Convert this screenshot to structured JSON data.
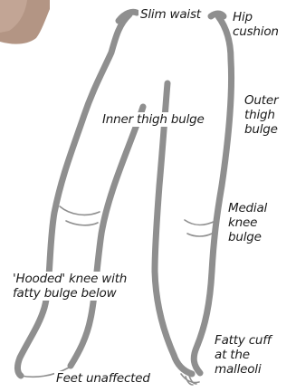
{
  "labels": {
    "slim_waist": "Slim waist",
    "hip_cushion": "Hip\ncushion",
    "outer_thigh_bulge": "Outer\nthigh\nbulge",
    "inner_thigh_bulge": "Inner thigh bulge",
    "medial_knee_bulge": "Medial\nknee\nbulge",
    "hooded_knee": "'Hooded' knee with\nfatty bulge below",
    "fatty_cuff": "Fatty cuff\nat the\nmalleoli",
    "feet_unaffected": "Feet unaffected"
  },
  "colors": {
    "outline": "#8c8c8c",
    "skin_photo": "#b99c8c",
    "text": "#1a1a1a"
  }
}
